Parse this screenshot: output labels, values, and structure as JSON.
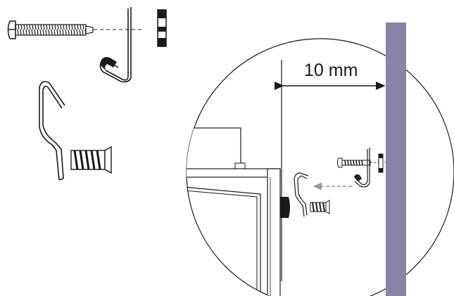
{
  "diagram": {
    "dimension_label": "10 mm",
    "colors": {
      "line": "#1a1a1a",
      "wall": "#8a83a6",
      "arrow_hint": "#9a9a9a",
      "background": "#ffffff"
    },
    "parts": [
      {
        "name": "screw-icon"
      },
      {
        "name": "wall-clip-icon"
      },
      {
        "name": "spacer-icon"
      },
      {
        "name": "hook-icon"
      },
      {
        "name": "wall-plug-icon"
      }
    ],
    "detail": {
      "shape": "circle-magnifier",
      "contents": [
        "appliance-edge",
        "wall",
        "dimension-arrow",
        "assembly-arrow"
      ]
    }
  }
}
